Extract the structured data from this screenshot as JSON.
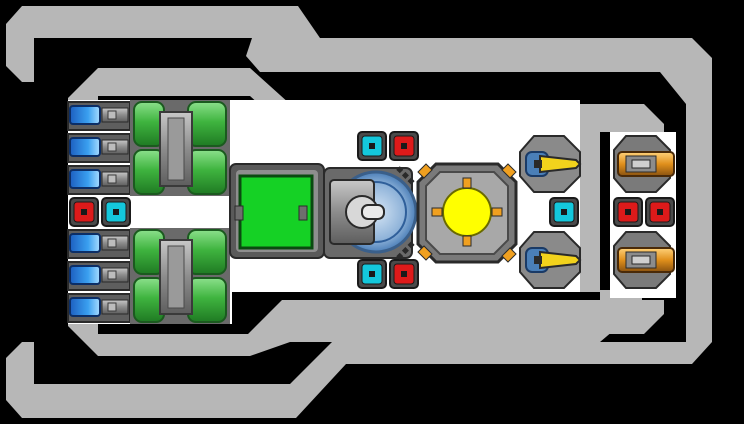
{
  "screen": {
    "title": ""
  },
  "colors": {
    "background": "#000000",
    "hull": "#b7b7b7",
    "hull_dark": "#8c8c8c",
    "deck": "#ffffff",
    "module_frame": "#5a5a5a",
    "module_gray": "#8e8e8e",
    "pipe_green": "#33a63a",
    "pipe_green_light": "#6fd46f",
    "core_green": "#15d125",
    "thruster_blue": "#2f86e0",
    "shield_cyan": "#14c8dc",
    "armor_red": "#dd1a1a",
    "reactor_yellow": "#ffff00",
    "accent_orange": "#f0a020",
    "blade_yellow": "#f2d21c"
  },
  "slots": {
    "thrusters_left": [
      "thruster",
      "thruster",
      "thruster",
      "thruster",
      "thruster",
      "thruster"
    ],
    "socket_pairs": [
      {
        "name": "left-socket-pair",
        "items": [
          "armor-red",
          "shield-cyan"
        ]
      },
      {
        "name": "top-socket-pair",
        "items": [
          "shield-cyan",
          "armor-red"
        ]
      },
      {
        "name": "bottom-socket-pair",
        "items": [
          "shield-cyan",
          "armor-red"
        ]
      },
      {
        "name": "right-socket-pair",
        "items": [
          "armor-red",
          "armor-red"
        ]
      }
    ],
    "center_socket": "shield-cyan"
  },
  "icons": {
    "cockpit": "cockpit-module-icon",
    "reactor": "reactor-core-icon",
    "turret": "turret-dome-icon",
    "engine": "engine-block-icon",
    "blade_gun": "blade-gun-icon",
    "cannon": "cannon-icon"
  }
}
